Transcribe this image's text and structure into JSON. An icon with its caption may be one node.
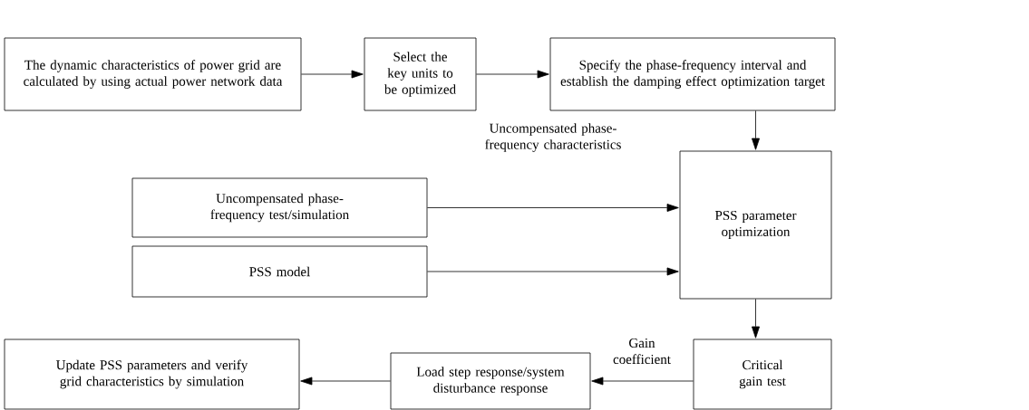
{
  "diagram": {
    "nodes": [
      {
        "text": [
          "The dynamic characteristics of power grid are calculated by using actual power network data"
        ]
      },
      {
        "text": [
          "Select the key units to be optimized"
        ]
      },
      {
        "text": [
          "Specify the phase-frequency interval and establish the damping effect optimization target"
        ]
      },
      {
        "text": [
          "Uncompensated phase-frequency test/simulation"
        ]
      },
      {
        "text": [
          "PSS model"
        ]
      },
      {
        "text": [
          "PSS parameter optimization"
        ]
      },
      {
        "text": [
          "Critical gain test"
        ]
      },
      {
        "text": [
          "Load step response/system disturbance response"
        ]
      },
      {
        "text": [
          "Update PSS parameters and verify grid characteristics by simulation"
        ]
      }
    ],
    "edges": [
      {
        "from": 0,
        "to": 1,
        "arrow": "to"
      },
      {
        "from": 1,
        "to": 2,
        "arrow": "to"
      },
      {
        "from": 2,
        "to": 5,
        "arrow": "to"
      },
      {
        "from": 3,
        "to": 5,
        "arrow": "to",
        "label": "Uncompensated phase-frequency characteristics"
      },
      {
        "from": 4,
        "to": 5,
        "arrow": "to"
      },
      {
        "from": 5,
        "to": 6,
        "arrow": "to"
      },
      {
        "from": 6,
        "to": 7,
        "arrow": "to",
        "label": "Gain coefficient"
      },
      {
        "from": 7,
        "to": 8,
        "arrow": "to"
      }
    ]
  }
}
